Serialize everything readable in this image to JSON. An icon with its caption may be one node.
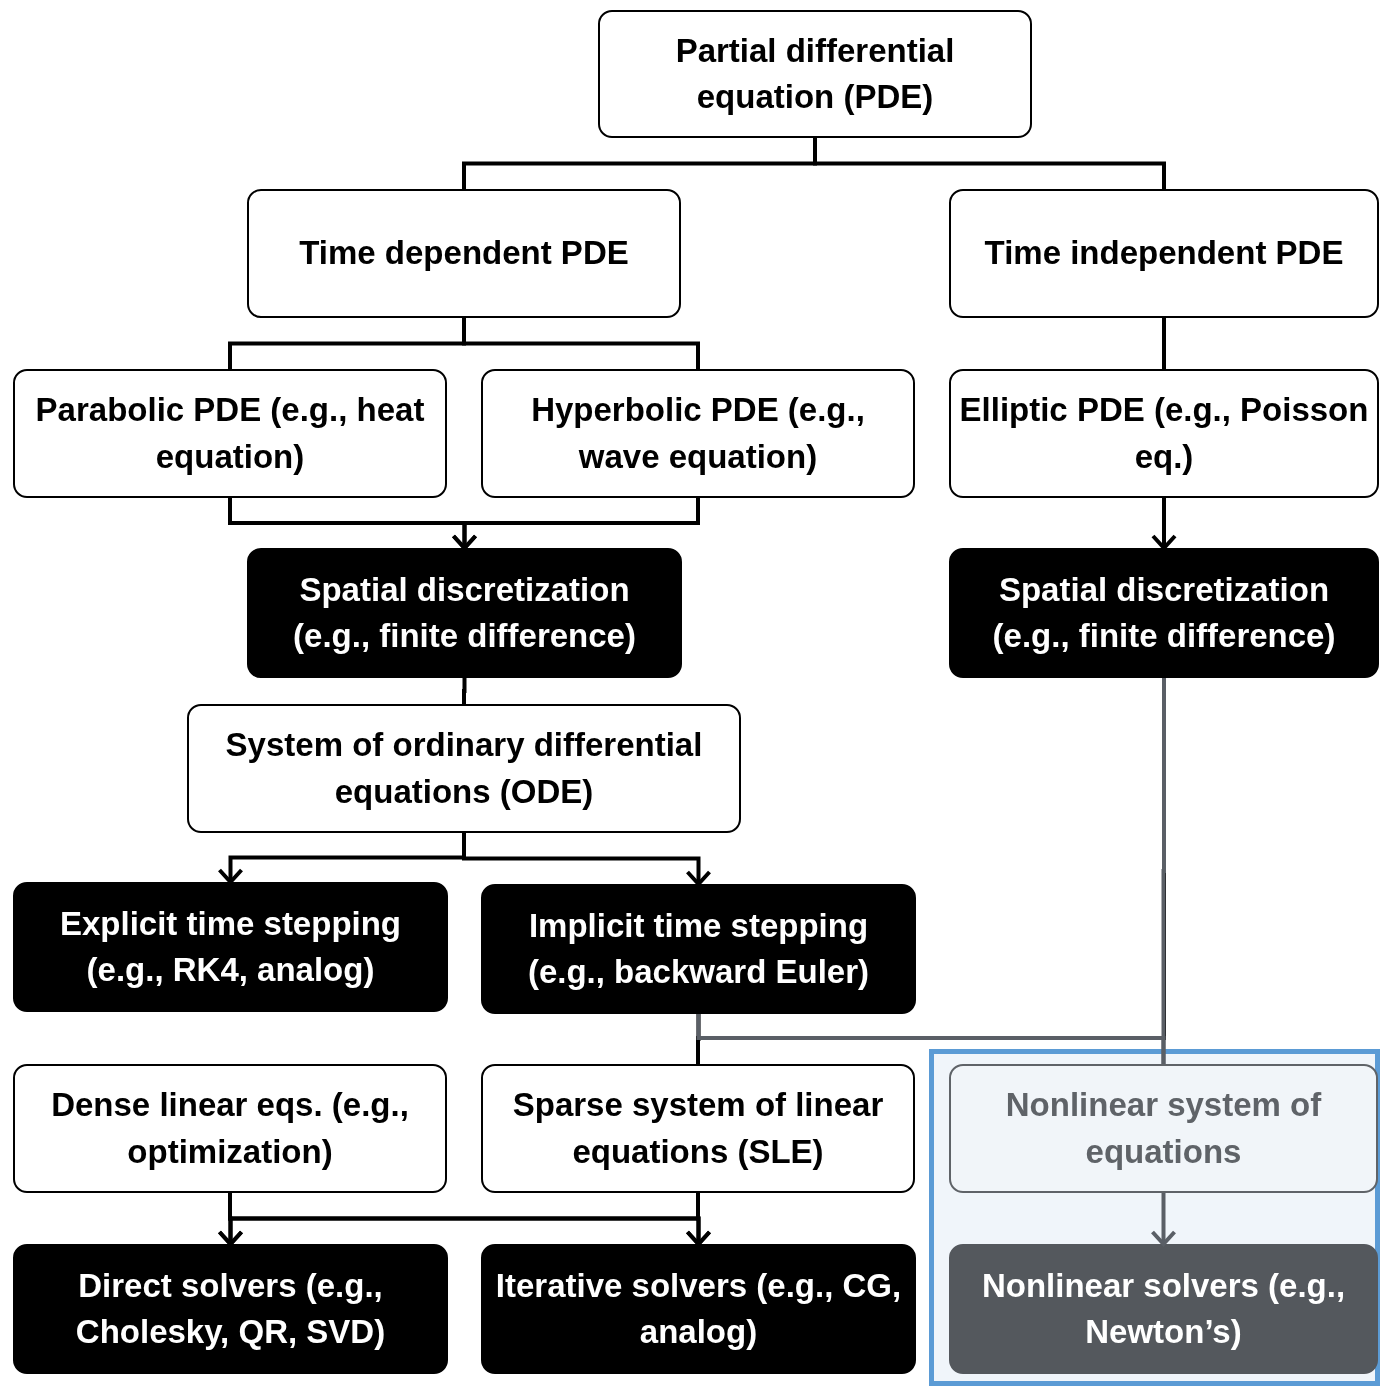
{
  "diagram": {
    "nodes": [
      {
        "text": [
          "Partial differential equation (PDE)"
        ]
      },
      {
        "text": [
          "Time dependent PDE"
        ]
      },
      {
        "text": [
          "Time independent PDE"
        ]
      },
      {
        "text": [
          "Parabolic PDE (e.g., heat equation)"
        ]
      },
      {
        "text": [
          "Hyperbolic PDE (e.g., wave equation)"
        ]
      },
      {
        "text": [
          "Elliptic PDE (e.g., Poisson eq.)"
        ]
      },
      {
        "text": [
          "Spatial discretization (e.g., finite difference)"
        ]
      },
      {
        "text": [
          "Spatial discretization (e.g., finite difference)"
        ]
      },
      {
        "text": [
          "System of ordinary differential equations (ODE)"
        ]
      },
      {
        "text": [
          "Explicit time stepping (e.g., RK4, analog)"
        ]
      },
      {
        "text": [
          "Implicit time stepping (e.g., backward Euler)"
        ]
      },
      {
        "text": [
          "Dense linear eqs. (e.g., optimization)"
        ]
      },
      {
        "text": [
          "Sparse system of linear equations (SLE)"
        ]
      },
      {
        "text": [],
        "shape": "box"
      },
      {
        "text": [
          "Nonlinear system of equations"
        ],
        "in": 13
      },
      {
        "text": [
          "Direct solvers (e.g., Cholesky, QR, SVD)"
        ]
      },
      {
        "text": [
          "Iterative solvers (e.g., CG, analog)"
        ]
      },
      {
        "text": [
          "Nonlinear solvers (e.g., Newton’s)"
        ],
        "in": 13
      }
    ],
    "edges": [
      {
        "from": 0,
        "to": 1,
        "arrow": "none"
      },
      {
        "from": 0,
        "to": 2,
        "arrow": "none"
      },
      {
        "from": 1,
        "to": 3,
        "arrow": "none"
      },
      {
        "from": 1,
        "to": 4,
        "arrow": "none"
      },
      {
        "from": 2,
        "to": 5,
        "arrow": "none"
      },
      {
        "from": 3,
        "to": 6,
        "arrow": "to"
      },
      {
        "from": 4,
        "to": 6,
        "arrow": "to"
      },
      {
        "from": 5,
        "to": 7,
        "arrow": "to"
      },
      {
        "from": 6,
        "to": 8,
        "arrow": "none"
      },
      {
        "from": 8,
        "to": 9,
        "arrow": "to"
      },
      {
        "from": 8,
        "to": 10,
        "arrow": "to"
      },
      {
        "from": 10,
        "to": 12,
        "arrow": "none"
      },
      {
        "from": 7,
        "to": 12,
        "arrow": "none"
      },
      {
        "from": 10,
        "to": 14,
        "arrow": "none",
        "color": "#5a5f66"
      },
      {
        "from": 7,
        "to": 14,
        "arrow": "none",
        "color": "#5a5f66"
      },
      {
        "from": 11,
        "to": 15,
        "arrow": "to"
      },
      {
        "from": 11,
        "to": 16,
        "arrow": "to"
      },
      {
        "from": 12,
        "to": 15,
        "arrow": "to"
      },
      {
        "from": 12,
        "to": 16,
        "arrow": "to"
      },
      {
        "from": 14,
        "to": 17,
        "arrow": "to",
        "color": "#5a5f66"
      }
    ]
  }
}
